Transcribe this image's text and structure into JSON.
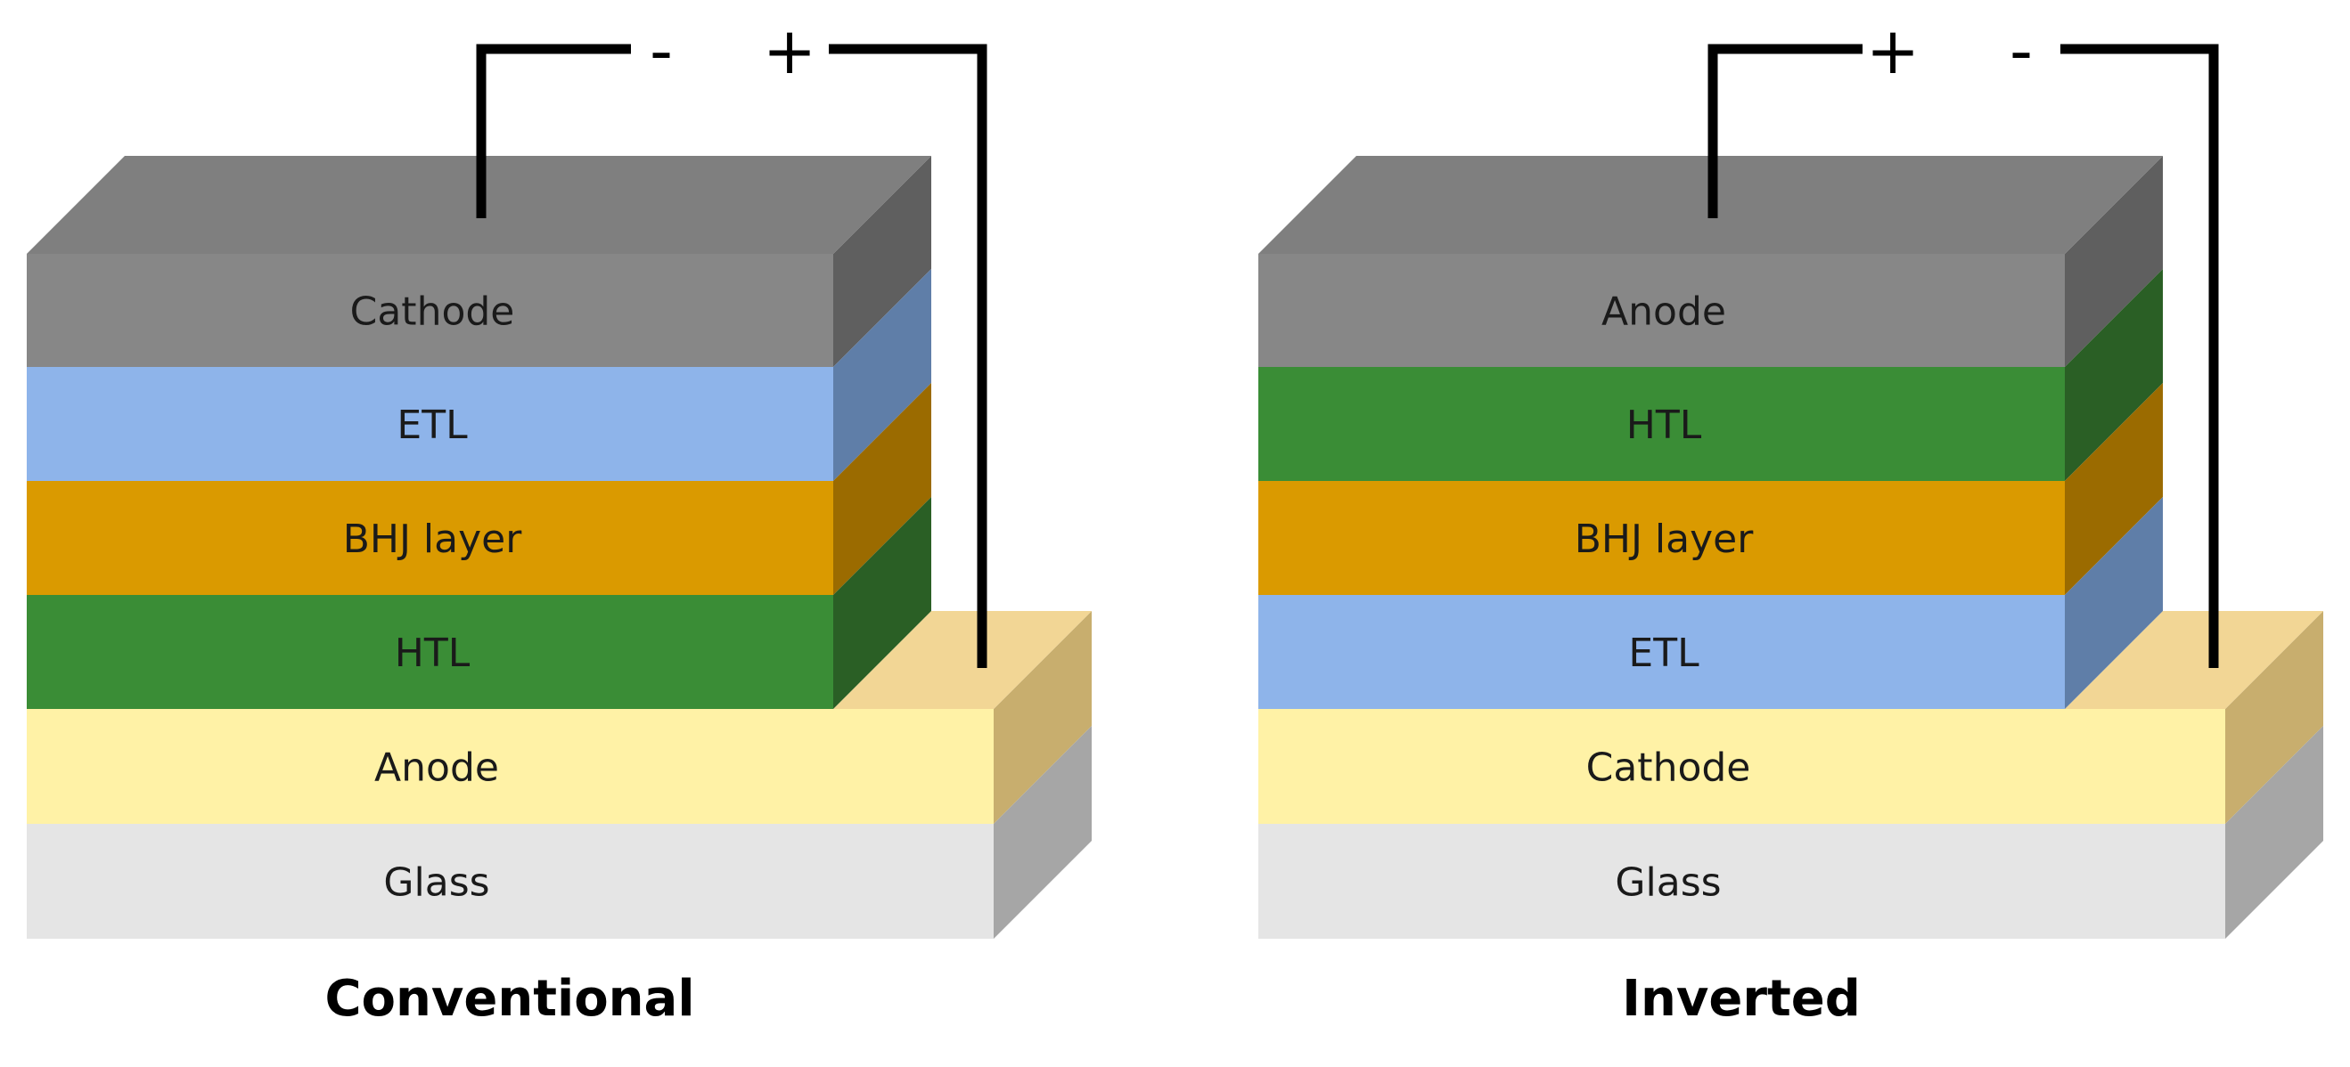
{
  "diagrams": [
    {
      "title": "Conventional",
      "terminal_top": "-",
      "terminal_bottom": "+",
      "substrate": [
        {
          "label": "Anode",
          "front": "#fff2a6",
          "side": "#c8ae6e",
          "top": "#f2d695"
        },
        {
          "label": "Glass",
          "front": "#e5e5e5",
          "side": "#a6a6a6"
        }
      ],
      "stack": [
        {
          "label": "Cathode",
          "front": "#878787",
          "side": "#5f5f5f",
          "top": "#7f7f7f"
        },
        {
          "label": "ETL",
          "front": "#8eb4ea",
          "side": "#5f7ea8"
        },
        {
          "label": "BHJ layer",
          "front": "#da9a00",
          "side": "#9b6b00"
        },
        {
          "label": "HTL",
          "front": "#3a8d36",
          "side": "#2a5f25"
        }
      ]
    },
    {
      "title": "Inverted",
      "terminal_top": "+",
      "terminal_bottom": "-",
      "substrate": [
        {
          "label": "Cathode",
          "front": "#fff2a6",
          "side": "#c8ae6e",
          "top": "#f2d695"
        },
        {
          "label": "Glass",
          "front": "#e5e5e5",
          "side": "#a6a6a6"
        }
      ],
      "stack": [
        {
          "label": "Anode",
          "front": "#878787",
          "side": "#5f5f5f",
          "top": "#7f7f7f"
        },
        {
          "label": "HTL",
          "front": "#3a8d36",
          "side": "#2a5f25"
        },
        {
          "label": "BHJ layer",
          "front": "#da9a00",
          "side": "#9b6b00"
        },
        {
          "label": "ETL",
          "front": "#8eb4ea",
          "side": "#5f7ea8"
        }
      ]
    }
  ]
}
